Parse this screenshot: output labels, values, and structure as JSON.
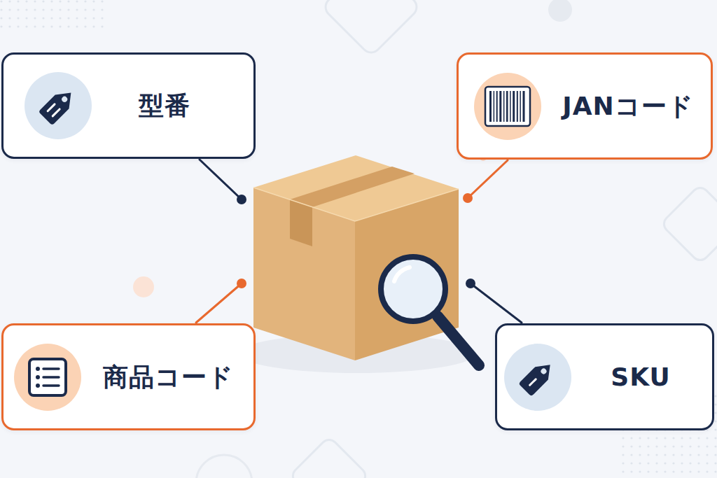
{
  "diagram": {
    "nodes": [
      {
        "text": [
          "型番"
        ]
      },
      {
        "text": [
          "JANコード"
        ]
      },
      {
        "text": [
          "商品コード"
        ]
      },
      {
        "text": [
          "SKU"
        ]
      }
    ]
  }
}
